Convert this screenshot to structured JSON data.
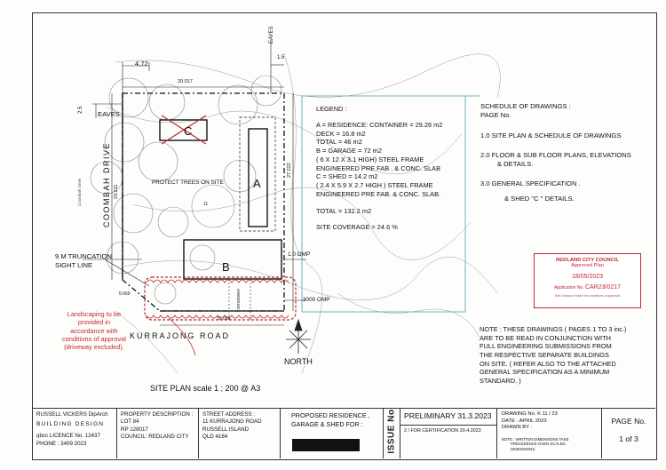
{
  "site": {
    "dim_top_left": "4.72",
    "dim_top": "20.017",
    "eaves_top": "EAVES",
    "dim_eaves_top": "1.5",
    "dim_left_side": "2.5",
    "eaves_left": "EAVES",
    "street_drive": "COOMBAH  DRIVE",
    "street_drive_small": "Coombah Drive",
    "dim_left_long": "23.211",
    "dim_right_long": "27.222",
    "protect_trees": "PROTECT TREES ON SITE",
    "tree_num": "11",
    "truncation": "9 M TRUNCATION",
    "sight_line": "SIGHT LINE",
    "dim_trunc": "5.669",
    "dim_bottom": "16.095",
    "dim_omp1": "1.0 OMP",
    "dim_omp2": "3000 OMP",
    "driveway": "DRIVEWAY",
    "street_road": "KURRAJONG   ROAD",
    "north": "NORTH",
    "building_a": "A",
    "building_b": "B",
    "building_c": "C",
    "landscaping_note": [
      "Landscaping to be",
      "provided in",
      "accordance with",
      "conditions of approval",
      "(driveway excluded)."
    ],
    "plan_title": "SITE  PLAN  scale 1 ; 200 @  A3"
  },
  "legend": {
    "title": "LEGEND :",
    "lines": [
      "A = RESIDENCE: CONTAINER = 29.26 m2",
      "DECK = 16.8 m2",
      "TOTAL = 46 m2",
      "B = GARAGE =  72 m2",
      "( 6 X 12 X 3.1 HIGH) STEEL FRAME",
      "ENGINEERED PRE FAB . & CONC. SLAB",
      "C = SHED = 14.2 m2",
      "( 2.4 X 5.9 X 2.7 HIGH ) STEEL FRAME",
      "ENGINEERED PRE FAB. & CONC. SLAB.",
      "",
      "TOTAL = 132.2 m2",
      "",
      "SITE COVERAGE = 24.6 %"
    ]
  },
  "schedule": {
    "title": "SCHEDULE OF DRAWINGS :",
    "subtitle": "PAGE No.",
    "items": [
      "1.0    SITE PLAN & SCHEDULE OF DRAWINGS",
      "2.0    FLOOR & SUB FLOOR PLANS, ELEVATIONS",
      "& DETAILS.",
      "3.0    GENERAL SPECIFICATION .",
      "& SHED \"C \" DETAILS."
    ]
  },
  "stamp": {
    "council": "REDLAND CITY COUNCIL",
    "approved": "Approved Plan",
    "date": "18/05/2023",
    "app_label": "Application No.",
    "app_no": "CAR23/0217",
    "footer": "See Decision Notice for conditions of approval"
  },
  "note": {
    "lines": [
      "NOTE : THESE DRAWINGS ( PAGES 1 TO 3 inc.)",
      "ARE TO BE READ IN CONJUNCTION WITH",
      "FULL ENGINEERING SUBMISSIONS FROM",
      "THE RESPECTIVE SEPARATE BUILDINGS",
      "ON SITE. ( REFER ALSO TO THE ATTACHED",
      "GENERAL SPECIFICATION AS A MINIMUM",
      "STANDARD. )"
    ]
  },
  "titleblock": {
    "designer_name": "RUSSELL VICKERS DipArch",
    "designer_company": "BUILDING DESIGN",
    "licence": "qbcc LICENCE No. 12437",
    "phone": "PHONE :  3409 2023",
    "property_title": "PROPERTY DESCRIPTION :",
    "lot": "LOT 84",
    "rp": "RP 128017",
    "council": "COUNCIL: REDLAND CITY",
    "street_title": "STREET ADDRESS :",
    "street_line1": "11 KURRAJONG ROAD",
    "street_line2": "RUSSELL ISLAND",
    "street_line3": "QLD 4184",
    "proposed_line1": "PROPOSED RESIDENCE ,",
    "proposed_line2": "GARAGE & SHED FOR :",
    "issue_label": "ISSUE No",
    "preliminary": "PRELIMINARY 31.3.2023",
    "certification": "2 / FOR CERTIFICATION 20.4.2023",
    "drawing_no_label": "DRAWING No.",
    "drawing_no": "K 11 / 23",
    "date_label": "DATE :",
    "date": "APRIL 2023",
    "drawn_by": "DRAWN BY :",
    "note_dims": "NOTE : WRITTEN DIMENSIONS  TAKE",
    "note_dims2": "PRECEDENCE OVER SCALED",
    "note_dims3": "DIMENSIONS.",
    "page_label": "PAGE No.",
    "page_value": "1 of 3"
  }
}
